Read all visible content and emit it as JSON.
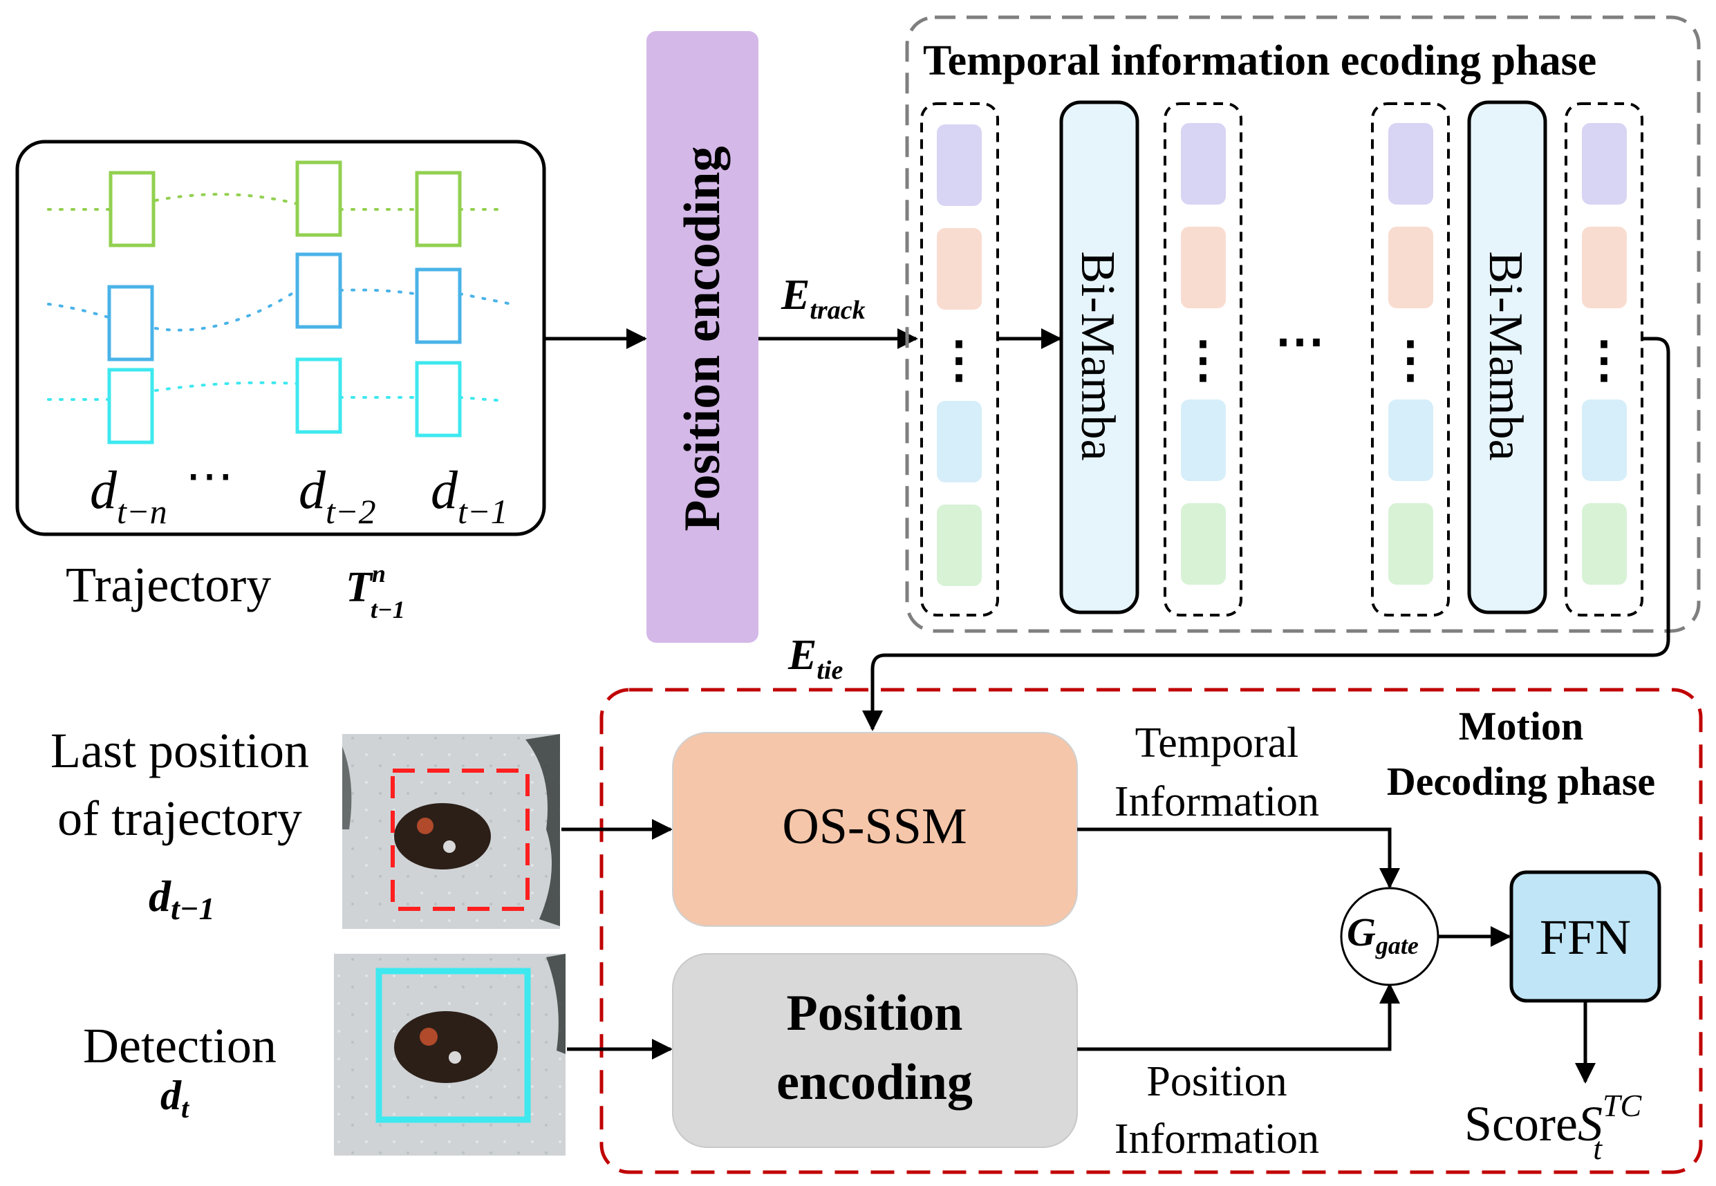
{
  "trajectory": {
    "labels": [
      "t−n",
      "t−2",
      "t−1"
    ],
    "d_symbol": "d",
    "ellipsis": "⋯",
    "caption": "Trajectory",
    "symbol": "T",
    "symbol_sup": "n",
    "symbol_sub": "t−1"
  },
  "position_encoding_top": "Position encoding",
  "e_track": {
    "symbol": "E",
    "sub": "track"
  },
  "temporal_phase": {
    "title": "Temporal information ecoding phase",
    "bimamba_1": "Bi-Mamba",
    "bimamba_2": "Bi-Mamba",
    "dots": "⋯",
    "vertical_dots": "⋮"
  },
  "e_tie": {
    "symbol": "E",
    "sub": "tie"
  },
  "last_position": {
    "line1": "Last position",
    "line2": "of  trajectory",
    "symbol": "d",
    "sub": "t−1"
  },
  "detection": {
    "label": "Detection",
    "symbol": "d",
    "sub": "t"
  },
  "motion_phase": {
    "title_line1": "Motion",
    "title_line2": "Decoding phase"
  },
  "os_ssm": "OS-SSM",
  "position_encoding_bottom": {
    "line1": "Position",
    "line2": "encoding"
  },
  "temporal_information": {
    "line1": "Temporal",
    "line2": "Information"
  },
  "position_information": {
    "line1": "Position",
    "line2": "Information"
  },
  "gate": {
    "symbol": "G",
    "sub": "gate"
  },
  "ffn": "FFN",
  "score": {
    "label": "Score",
    "symbol": "S",
    "sup": "TC",
    "sub": "t"
  },
  "colors": {
    "purple_block": "#d4b8e8",
    "bimamba_fill": "#e6f4fb",
    "os_ssm_fill": "#f5c6aa",
    "pos_enc_fill": "#d9d9d9",
    "ffn_fill": "#bfe5f6",
    "motion_border": "#c00000",
    "temporal_border": "#7f7f7f",
    "track_green": "#92d050",
    "track_blue": "#4ab3e8",
    "track_cyan": "#3ee8ef",
    "token_purple": "#d8d4f3",
    "token_peach": "#f9dcd0",
    "token_blue": "#d6eef9",
    "token_green": "#d8f2d6"
  }
}
